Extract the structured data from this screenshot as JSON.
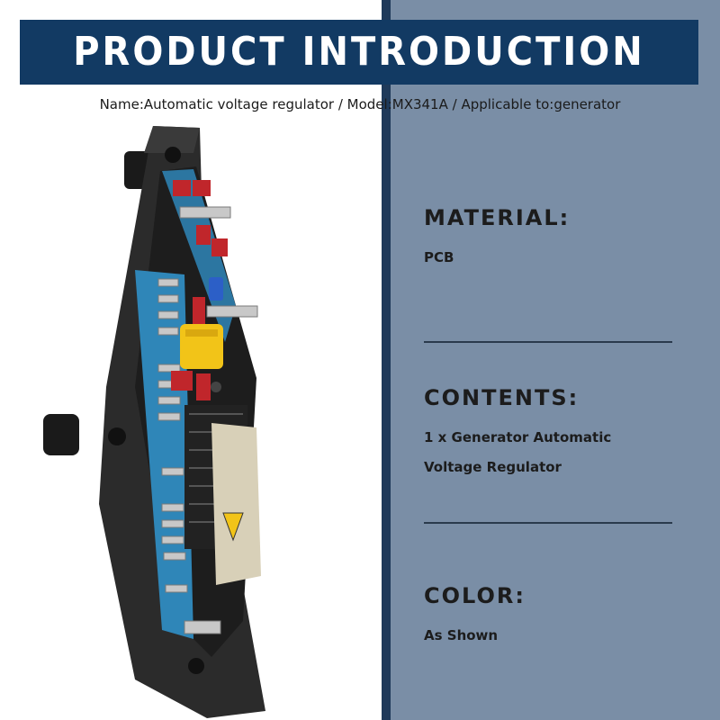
{
  "banner": {
    "title": "PRODUCT INTRODUCTION"
  },
  "subtitle": "Name:Automatic voltage regulator / Model:MX341A / Applicable to:generator",
  "sections": [
    {
      "title": "MATERIAL:",
      "text": "PCB"
    },
    {
      "title": "CONTENTS:",
      "text": "1 x Generator Automatic Voltage Regulator"
    },
    {
      "title": "COLOR:",
      "text": "As Shown"
    }
  ],
  "colors": {
    "banner": "#123a63",
    "panel": "#7a8ea6",
    "accent_edge": "#1f3a5a"
  }
}
